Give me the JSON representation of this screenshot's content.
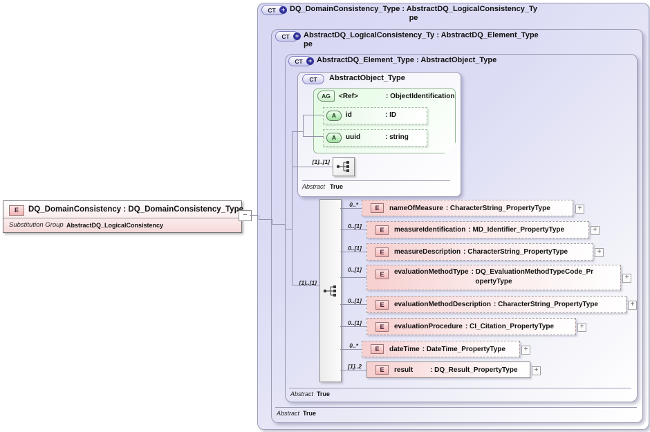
{
  "colors": {
    "container_fill": "#d9d9f3",
    "element_fill": "#f7cfcf",
    "attribute_fill": "#e4f8e4",
    "badge_plus": "#32329a"
  },
  "toggles": {
    "collapse": "−",
    "expand": "+"
  },
  "root_element": {
    "badge": "E",
    "title": "DQ_DomainConsistency : DQ_DomainConsistency_Type",
    "substitution_label": "Substitution Group",
    "substitution_value": "AbstractDQ_LogicalConsistency"
  },
  "types": {
    "dq_domain_consistency_type": {
      "badge": "CT",
      "title_line1": "DQ_DomainConsistency_Type : AbstractDQ_LogicalConsistency_Ty",
      "title_line2": "pe"
    },
    "abstract_dq_logical_consistency_type": {
      "badge": "CT",
      "title_line1": "AbstractDQ_LogicalConsistency_Ty : AbstractDQ_Element_Type",
      "title_line2": "pe",
      "abstract_label": "Abstract",
      "abstract_value": "True"
    },
    "abstract_dq_element_type": {
      "badge": "CT",
      "title": "AbstractDQ_Element_Type : AbstractObject_Type",
      "abstract_label": "Abstract",
      "abstract_value": "True"
    },
    "abstract_object_type": {
      "badge": "CT",
      "title": "AbstractObject_Type",
      "abstract_label": "Abstract",
      "abstract_value": "True"
    }
  },
  "attribute_group": {
    "badge": "AG",
    "name": "<Ref>",
    "type": ": ObjectIdentification",
    "attributes": [
      {
        "badge": "A",
        "name": "id",
        "type": ": ID"
      },
      {
        "badge": "A",
        "name": "uuid",
        "type": ": string"
      }
    ]
  },
  "object_content_cardinality": "[1]..[1]",
  "sequence_cardinality": "[1]..[1]",
  "elements": [
    {
      "card": "0..*",
      "badge": "E",
      "name": "nameOfMeasure",
      "type": ": CharacterString_PropertyType"
    },
    {
      "card": "0..[1]",
      "badge": "E",
      "name": "measureIdentification",
      "type": ": MD_Identifier_PropertyType"
    },
    {
      "card": "0..[1]",
      "badge": "E",
      "name": "measureDescription",
      "type": ": CharacterString_PropertyType"
    },
    {
      "card": "0..[1]",
      "badge": "E",
      "name": "evaluationMethodType",
      "type": ": DQ_EvaluationMethodTypeCode_Pr",
      "type_wrap": "opertyType"
    },
    {
      "card": "0..[1]",
      "badge": "E",
      "name": "evaluationMethodDescription",
      "type": ": CharacterString_PropertyType"
    },
    {
      "card": "0..[1]",
      "badge": "E",
      "name": "evaluationProcedure",
      "type": ": CI_Citation_PropertyType"
    },
    {
      "card": "0..*",
      "badge": "E",
      "name": "dateTime",
      "type": ": DateTime_PropertyType"
    },
    {
      "card": "[1]..2",
      "badge": "E",
      "name": "result",
      "type": ": DQ_Result_PropertyType"
    }
  ]
}
